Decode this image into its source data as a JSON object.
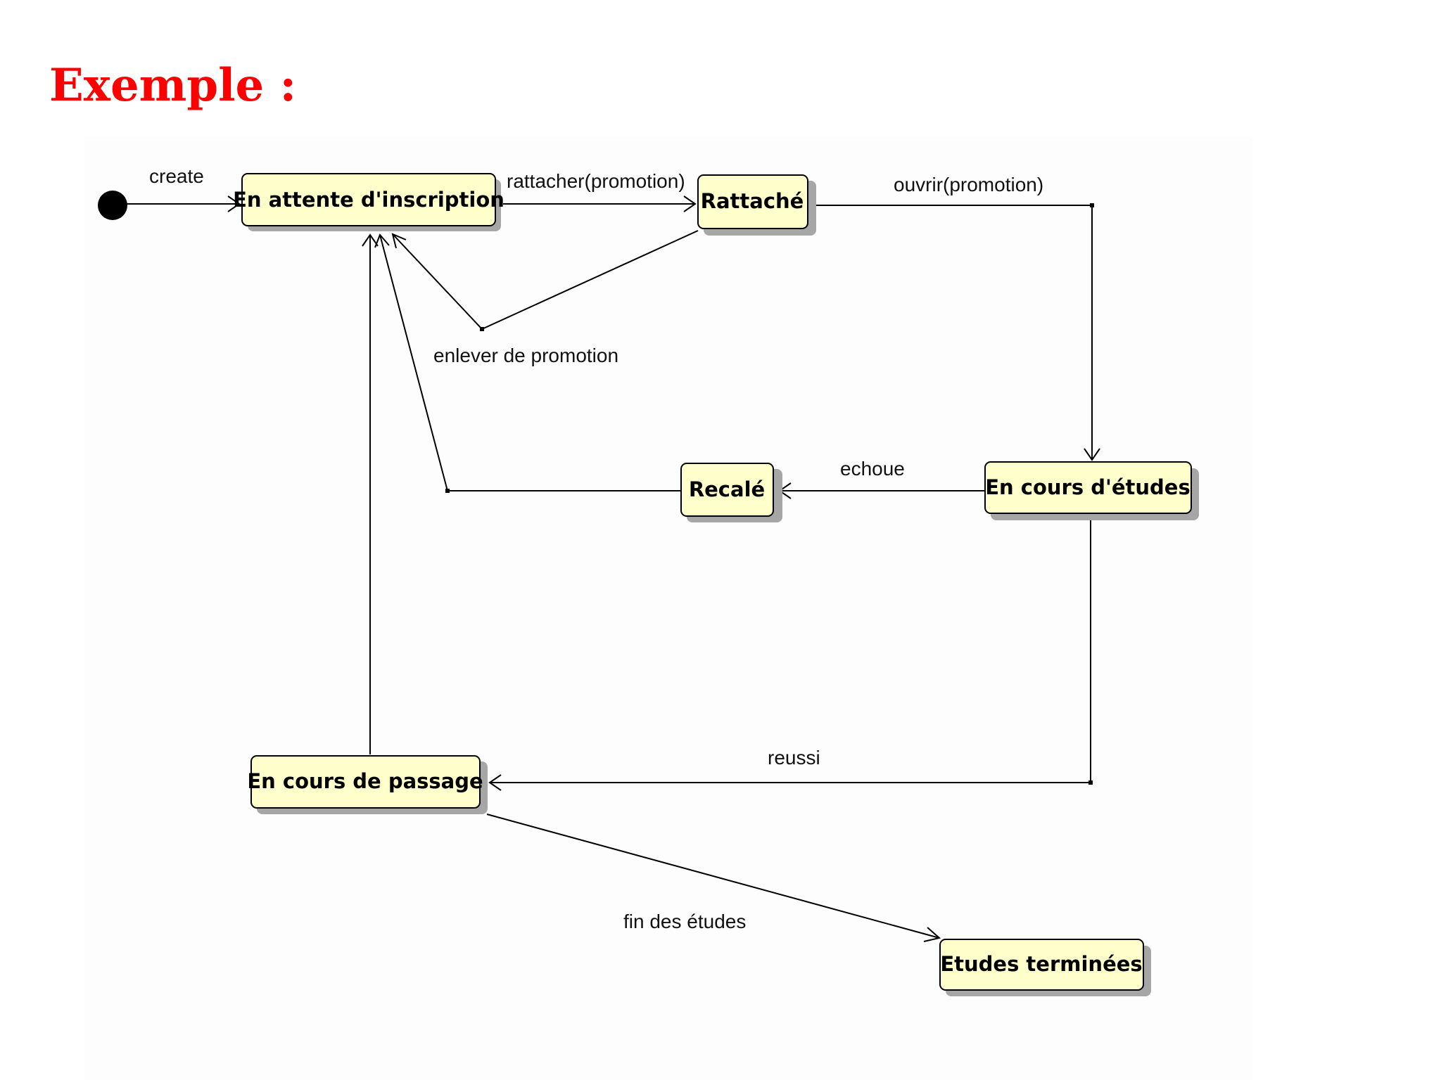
{
  "title": "Exemple  :",
  "states": {
    "en_attente": "En attente d'inscription",
    "rattache": "Rattaché",
    "en_cours_etudes": "En cours d'études",
    "recale": "Recalé",
    "en_cours_passage": "En cours de passage",
    "etudes_terminees": "Etudes terminées"
  },
  "transitions": {
    "create": "create",
    "rattacher": "rattacher(promotion)",
    "ouvrir": "ouvrir(promotion)",
    "enlever": "enlever de promotion",
    "echoue": "echoue",
    "reussi": "reussi",
    "fin": "fin des études"
  },
  "colors": {
    "title": "#ff0000",
    "state_fill": "#ffffcc",
    "state_shadow": "#a6a6a6",
    "line": "#000000"
  }
}
